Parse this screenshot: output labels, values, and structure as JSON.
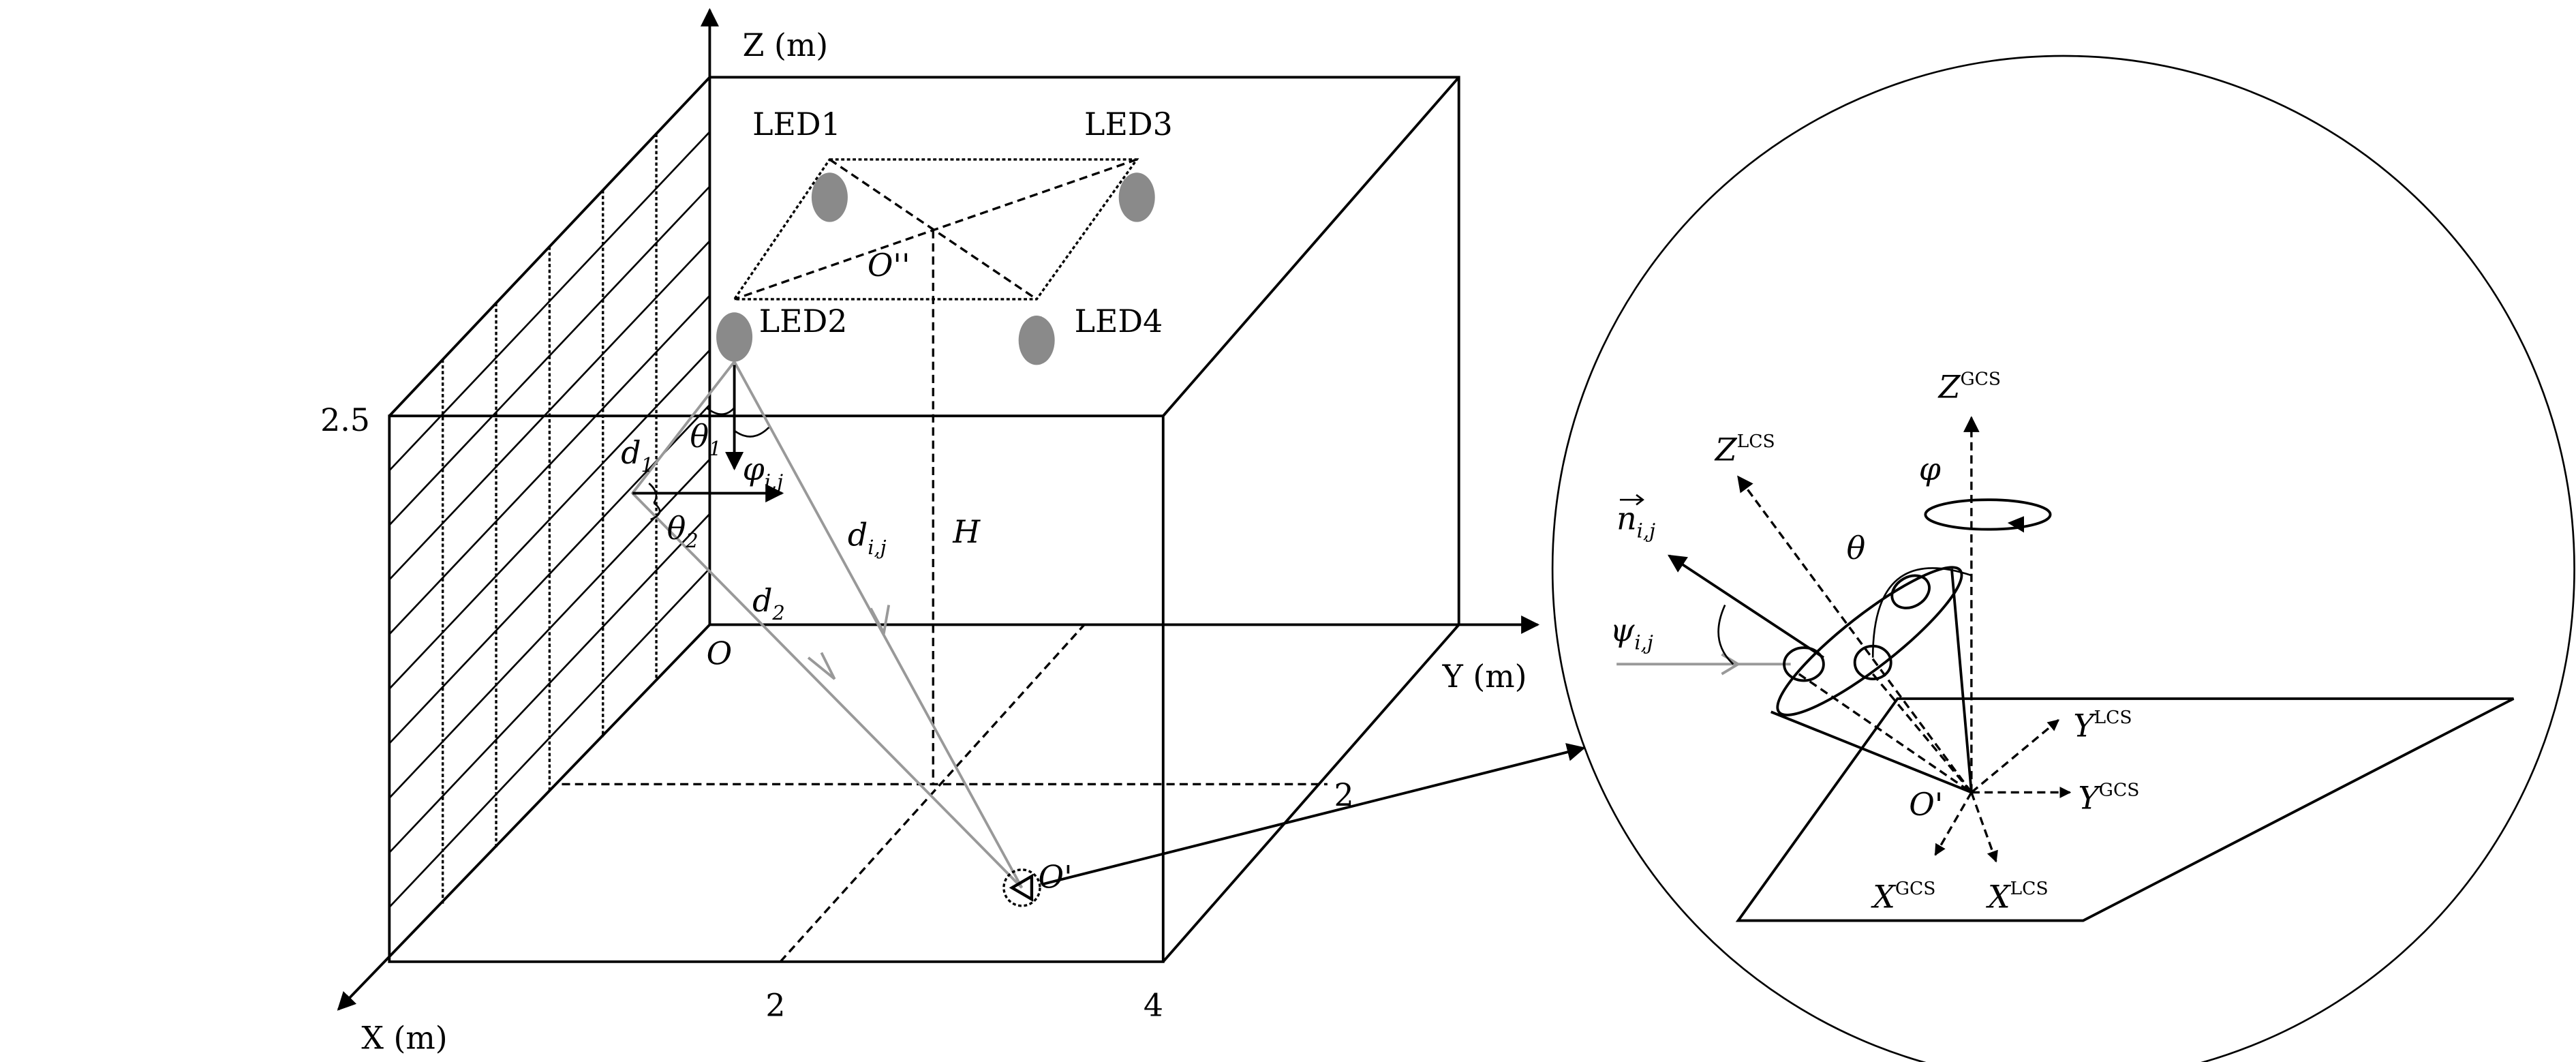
{
  "room": {
    "z_axis": "Z (m)",
    "y_axis": "Y (m)",
    "x_axis": "X (m)",
    "height_tick": "2.5",
    "y_tick_2": "2",
    "x_tick_2": "2",
    "x_tick_4": "4",
    "origin": "O",
    "center": "O''",
    "receiver": "O'",
    "height": "H",
    "leds": [
      "LED1",
      "LED2",
      "LED3",
      "LED4"
    ],
    "theta1": {
      "main": "θ",
      "sub": "1"
    },
    "theta2": {
      "main": "θ",
      "sub": "2"
    },
    "phi": {
      "main": "φ",
      "sub": "i,j"
    },
    "d1": {
      "main": "d",
      "sub": "1"
    },
    "d2": {
      "main": "d",
      "sub": "2"
    },
    "dij": {
      "main": "d",
      "sub": "i,j"
    }
  },
  "inset": {
    "z_gcs": {
      "main": "Z",
      "sup": "GCS"
    },
    "z_lcs": {
      "main": "Z",
      "sup": "LCS"
    },
    "y_lcs": {
      "main": "Y",
      "sup": "LCS"
    },
    "y_gcs": {
      "main": "Y",
      "sup": "GCS"
    },
    "x_gcs": {
      "main": "X",
      "sup": "GCS"
    },
    "x_lcs": {
      "main": "X",
      "sup": "LCS"
    },
    "normal": {
      "main": "n",
      "sub": "i,j"
    },
    "psi": {
      "main": "ψ",
      "sub": "i,j"
    },
    "theta": "θ",
    "varphi": "φ",
    "origin": "O'"
  },
  "colors": {
    "line": "#000000",
    "ray": "#999999",
    "led": "#8a8a8a"
  }
}
